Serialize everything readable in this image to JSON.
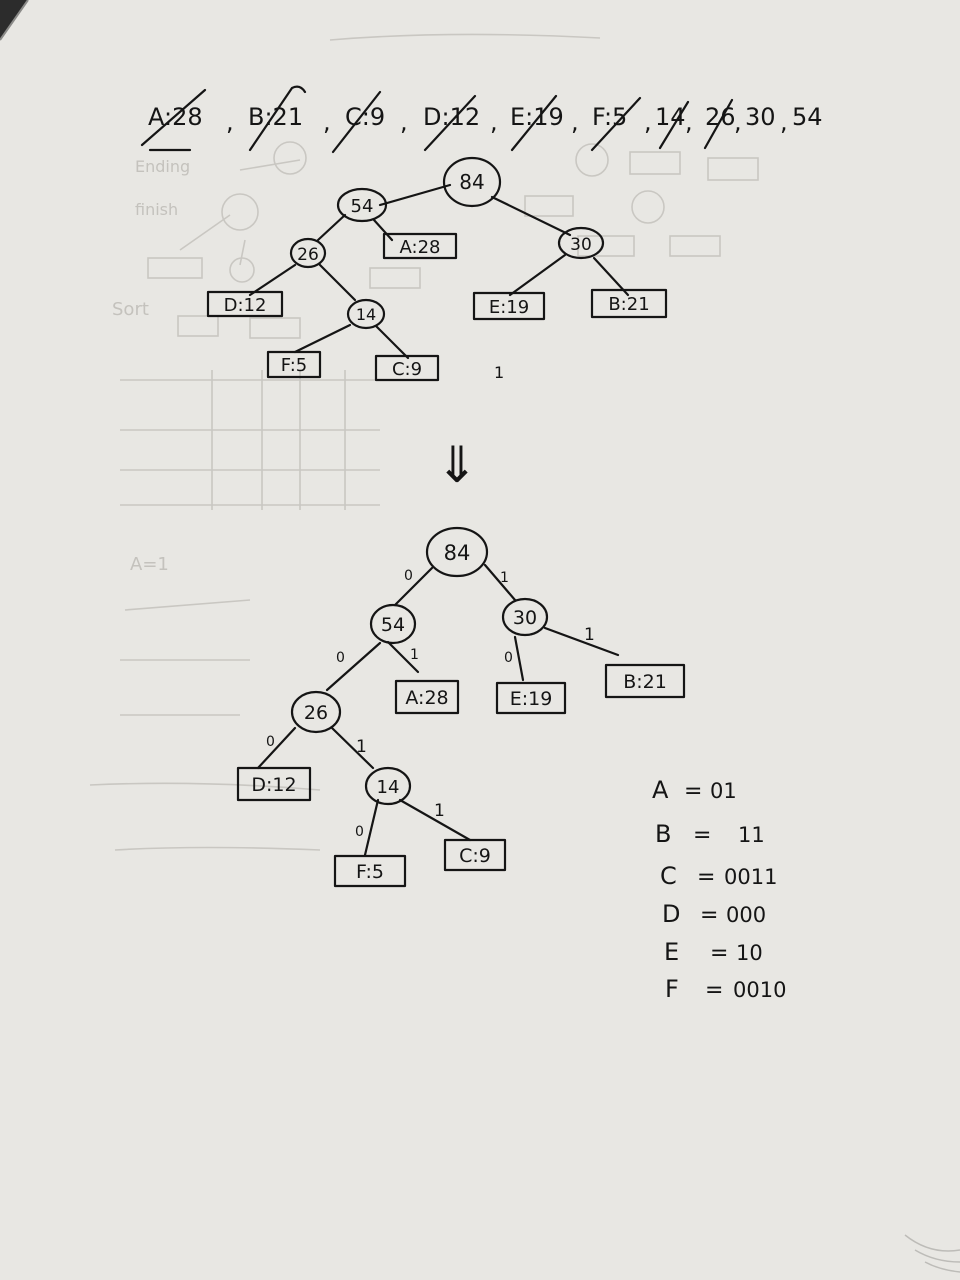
{
  "frequency_list": {
    "items": [
      {
        "label": "A:28",
        "crossed": true
      },
      {
        "label": "B:21",
        "crossed": true
      },
      {
        "label": "C:9",
        "crossed": true
      },
      {
        "label": "D:12",
        "crossed": true
      },
      {
        "label": "E:19",
        "crossed": true
      },
      {
        "label": "F:5",
        "crossed": true
      },
      {
        "label": "14",
        "crossed": true
      },
      {
        "label": "26",
        "crossed": true
      },
      {
        "label": "30",
        "crossed": false
      },
      {
        "label": "54",
        "crossed": false
      }
    ],
    "separator": ","
  },
  "tree_top": {
    "root": "84",
    "n54": "54",
    "n26": "26",
    "n14": "14",
    "n30": "30",
    "leaf_a": "A:28",
    "leaf_d": "D:12",
    "leaf_f": "F:5",
    "leaf_c": "C:9",
    "leaf_e": "E:19",
    "leaf_b": "B:21"
  },
  "stray_mark": "1",
  "arrow_glyph": "⇓",
  "tree_bottom": {
    "root": "84",
    "n54": "54",
    "n26": "26",
    "n14": "14",
    "n30": "30",
    "leaf_a": "A:28",
    "leaf_d": "D:12",
    "leaf_f": "F:5",
    "leaf_c": "C:9",
    "leaf_e": "E:19",
    "leaf_b": "B:21",
    "bit0": "0",
    "bit1": "1"
  },
  "codes": [
    {
      "symbol": "A",
      "eq": "=",
      "code": "01"
    },
    {
      "symbol": "B",
      "eq": "=",
      "code": "11"
    },
    {
      "symbol": "C",
      "eq": "=",
      "code": "0011"
    },
    {
      "symbol": "D",
      "eq": "=",
      "code": "000"
    },
    {
      "symbol": "E",
      "eq": "=",
      "code": "10"
    },
    {
      "symbol": "F",
      "eq": "=",
      "code": "0010"
    }
  ],
  "colors": {
    "paper": "#e8e7e3",
    "ink": "#151515",
    "bleed": "#c4c2bd",
    "background": "#2c2c2c"
  }
}
